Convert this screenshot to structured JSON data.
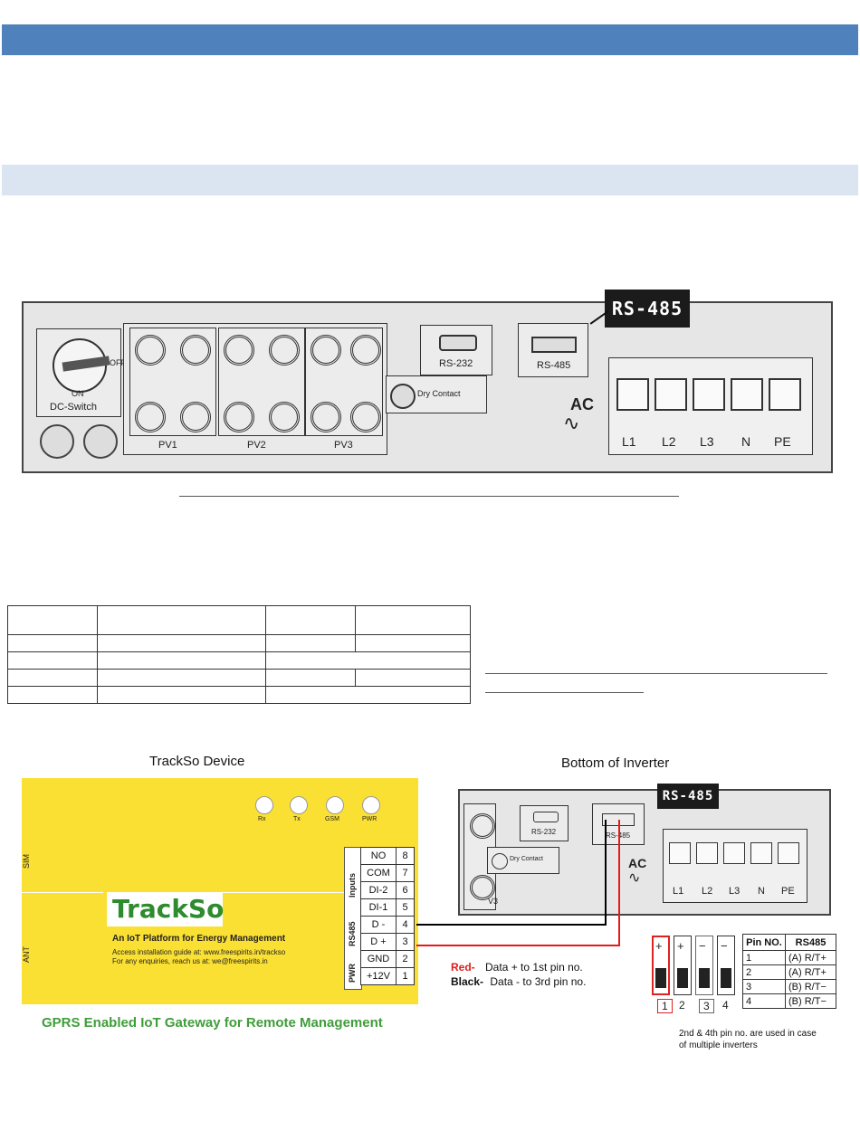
{
  "diagram1": {
    "callout": "RS-485",
    "dc_switch": {
      "label": "DC-Switch",
      "on": "ON",
      "off": "OFF"
    },
    "pv_labels": [
      "PV1",
      "PV2",
      "PV3"
    ],
    "rs232": "RS-232",
    "rs485": "RS-485",
    "dry_contact": "Dry Contact",
    "ac": "AC",
    "ac_terminals": [
      "L1",
      "L2",
      "L3",
      "N",
      "PE"
    ]
  },
  "trackso": {
    "heading": "TrackSo Device",
    "leds": [
      "Rx",
      "Tx",
      "GSM",
      "PWR"
    ],
    "sim": "SIM",
    "ant": "ANT",
    "logo": "TrackSo",
    "tagline": "An IoT Platform for Energy Management",
    "guide": "Access installation guide at: www.freespirits.in/trackso",
    "enquiry": "For any enquiries, reach us at: we@freespirits.in",
    "footer": "GPRS Enabled IoT Gateway for Remote Management",
    "groups": [
      "Inputs",
      "RS485",
      "PWR"
    ],
    "terminals": [
      {
        "name": "NO",
        "num": "8"
      },
      {
        "name": "COM",
        "num": "7"
      },
      {
        "name": "DI-2",
        "num": "6"
      },
      {
        "name": "DI-1",
        "num": "5"
      },
      {
        "name": "D -",
        "num": "4"
      },
      {
        "name": "D +",
        "num": "3"
      },
      {
        "name": "GND",
        "num": "2"
      },
      {
        "name": "+12V",
        "num": "1"
      }
    ]
  },
  "inverter": {
    "heading": "Bottom of Inverter",
    "callout": "RS-485",
    "rs232": "RS-232",
    "rs485": "RS-485",
    "dry_contact": "Dry Contact",
    "ac": "AC",
    "pv": "V3",
    "ac_terminals": [
      "L1",
      "L2",
      "L3",
      "N",
      "PE"
    ]
  },
  "wiring": {
    "red_label": "Red-",
    "red_text": "Data + to 1st pin no.",
    "black_label": "Black-",
    "black_text": "Data - to 3rd pin no.",
    "red_color": "#e31b1b",
    "black_color": "#000000"
  },
  "connector": {
    "signs": [
      "+",
      "+",
      "−",
      "−"
    ],
    "numbers": [
      "1",
      "2",
      "3",
      "4"
    ],
    "note": "2nd & 4th pin no. are used in case of multiple inverters"
  },
  "pin_table": {
    "headers": [
      "Pin NO.",
      "RS485"
    ],
    "rows": [
      [
        "1",
        "(A) R/T+"
      ],
      [
        "2",
        "(A) R/T+"
      ],
      [
        "3",
        "(B) R/T−"
      ],
      [
        "4",
        "(B) R/T−"
      ]
    ]
  }
}
